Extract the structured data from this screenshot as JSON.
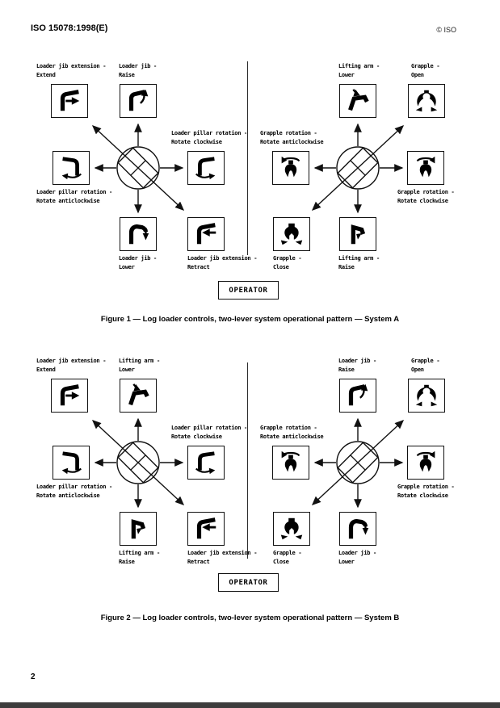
{
  "page": {
    "header_left": "ISO 15078:1998(E)",
    "header_right": "© ISO",
    "page_number": "2"
  },
  "operator_label": "OPERATOR",
  "figures": [
    {
      "caption": "Figure 1 — Log loader controls, two-lever system operational pattern — System A",
      "diagrams": [
        {
          "name": "left-lever",
          "diagonal": "tl-br",
          "cells": [
            {
              "pos": "top-left",
              "label": "Loader jib extension -\nExtend",
              "label_placement": "above",
              "icon": "jib-extend-icon"
            },
            {
              "pos": "top",
              "label": "Loader jib -\nRaise",
              "label_placement": "above",
              "icon": "jib-raise-icon"
            },
            {
              "pos": "right",
              "label": "Loader pillar rotation -\nRotate clockwise",
              "label_placement": "above",
              "icon": "pillar-rotate-cw-icon"
            },
            {
              "pos": "left",
              "label": "Loader pillar rotation -\nRotate anticlockwise",
              "label_placement": "below",
              "icon": "pillar-rotate-ccw-icon"
            },
            {
              "pos": "bottom",
              "label": "Loader jib -\nLower",
              "label_placement": "below",
              "icon": "jib-lower-icon"
            },
            {
              "pos": "bottom-right",
              "label": "Loader jib extension -\nRetract",
              "label_placement": "below",
              "icon": "jib-retract-icon"
            }
          ]
        },
        {
          "name": "right-lever",
          "diagonal": "bl-tr",
          "cells": [
            {
              "pos": "top",
              "label": "Lifting arm -\nLower",
              "label_placement": "above",
              "icon": "lifting-arm-lower-icon"
            },
            {
              "pos": "top-right",
              "label": "Grapple -\nOpen",
              "label_placement": "above",
              "icon": "grapple-open-icon"
            },
            {
              "pos": "left",
              "label": "Grapple rotation -\nRotate anticlockwise",
              "label_placement": "above",
              "icon": "grapple-rotate-ccw-icon"
            },
            {
              "pos": "right",
              "label": "Grapple rotation -\nRotate clockwise",
              "label_placement": "below",
              "icon": "grapple-rotate-cw-icon"
            },
            {
              "pos": "bottom-left",
              "label": "Grapple -\nClose",
              "label_placement": "below",
              "icon": "grapple-close-icon"
            },
            {
              "pos": "bottom",
              "label": "Lifting arm -\nRaise",
              "label_placement": "below",
              "icon": "lifting-arm-raise-icon"
            }
          ]
        }
      ]
    },
    {
      "caption": "Figure 2 — Log loader controls, two-lever system operational pattern — System B",
      "diagrams": [
        {
          "name": "left-lever",
          "diagonal": "tl-br",
          "cells": [
            {
              "pos": "top-left",
              "label": "Loader jib extension -\nExtend",
              "label_placement": "above",
              "icon": "jib-extend-icon"
            },
            {
              "pos": "top",
              "label": "Lifting arm -\nLower",
              "label_placement": "above",
              "icon": "lifting-arm-lower-icon"
            },
            {
              "pos": "right",
              "label": "Loader pillar rotation -\nRotate clockwise",
              "label_placement": "above",
              "icon": "pillar-rotate-cw-icon"
            },
            {
              "pos": "left",
              "label": "Loader pillar rotation -\nRotate anticlockwise",
              "label_placement": "below",
              "icon": "pillar-rotate-ccw-icon"
            },
            {
              "pos": "bottom",
              "label": "Lifting arm -\nRaise",
              "label_placement": "below",
              "icon": "lifting-arm-raise-icon"
            },
            {
              "pos": "bottom-right",
              "label": "Loader jib extension -\nRetract",
              "label_placement": "below",
              "icon": "jib-retract-icon"
            }
          ]
        },
        {
          "name": "right-lever",
          "diagonal": "bl-tr",
          "cells": [
            {
              "pos": "top",
              "label": "Loader jib -\nRaise",
              "label_placement": "above",
              "icon": "jib-raise-icon"
            },
            {
              "pos": "top-right",
              "label": "Grapple -\nOpen",
              "label_placement": "above",
              "icon": "grapple-open-icon"
            },
            {
              "pos": "left",
              "label": "Grapple rotation -\nRotate anticlockwise",
              "label_placement": "above",
              "icon": "grapple-rotate-ccw-icon"
            },
            {
              "pos": "right",
              "label": "Grapple rotation -\nRotate clockwise",
              "label_placement": "below",
              "icon": "grapple-rotate-cw-icon"
            },
            {
              "pos": "bottom-left",
              "label": "Grapple -\nClose",
              "label_placement": "below",
              "icon": "grapple-close-icon"
            },
            {
              "pos": "bottom",
              "label": "Loader jib -\nLower",
              "label_placement": "below",
              "icon": "jib-lower-icon"
            }
          ]
        }
      ]
    }
  ]
}
